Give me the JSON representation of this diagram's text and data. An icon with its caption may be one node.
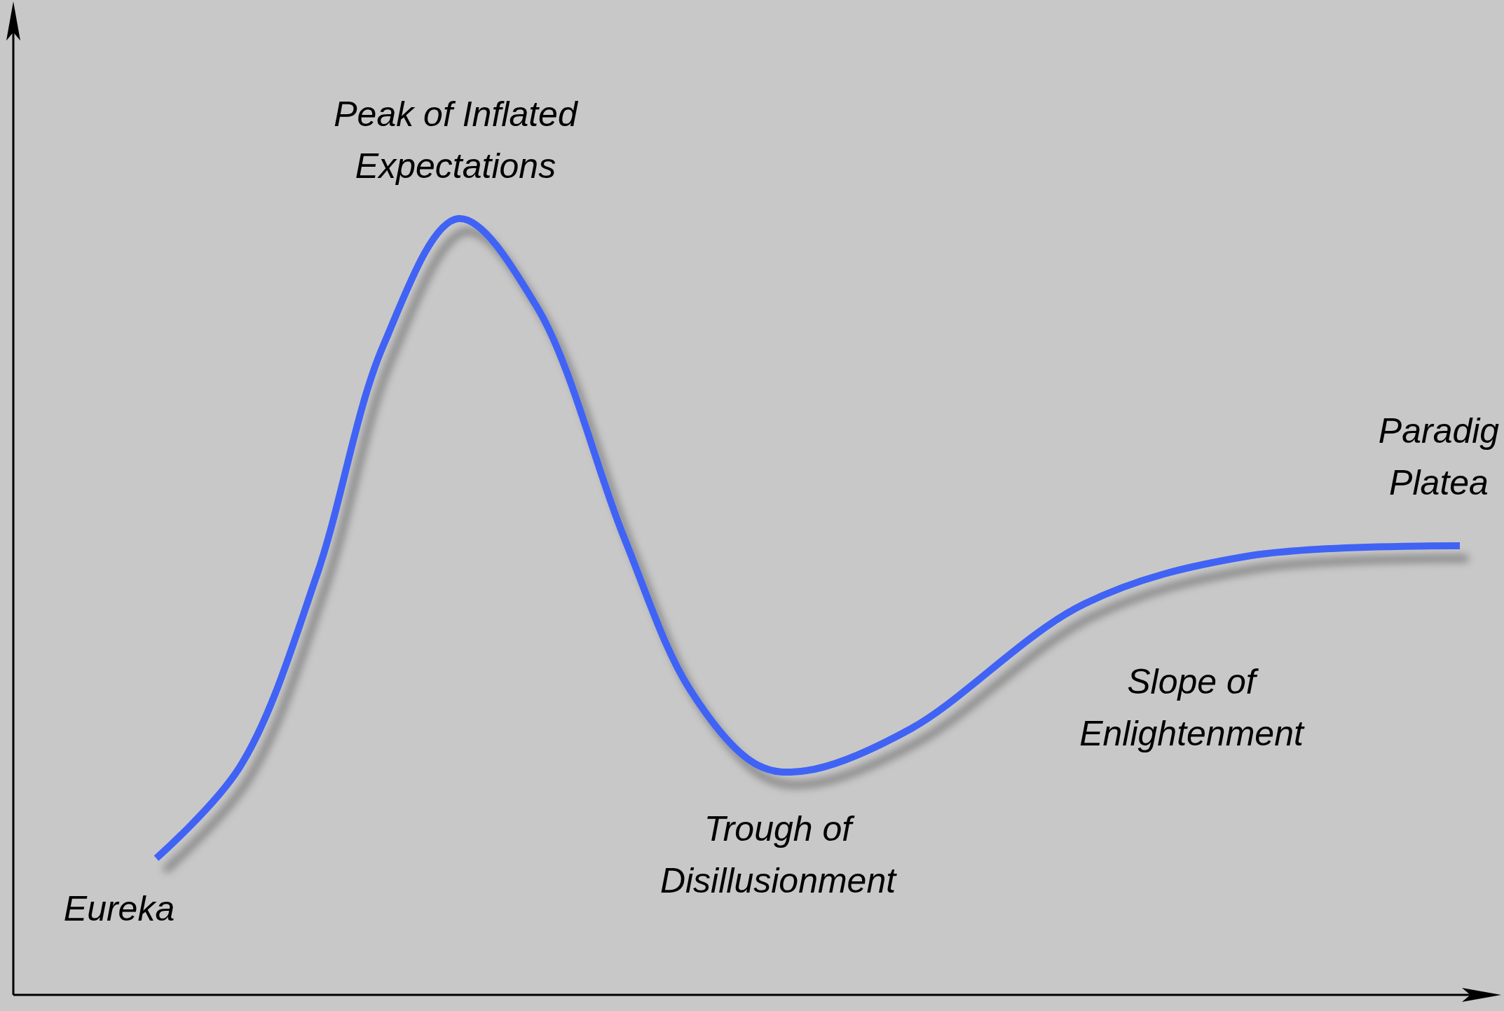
{
  "diagram": {
    "labels": [
      "Peak of Inflated Expectations",
      "Paradig Platea",
      "Slope of Enlightenment",
      "Trough of Disillusionment",
      "Eureka"
    ]
  }
}
